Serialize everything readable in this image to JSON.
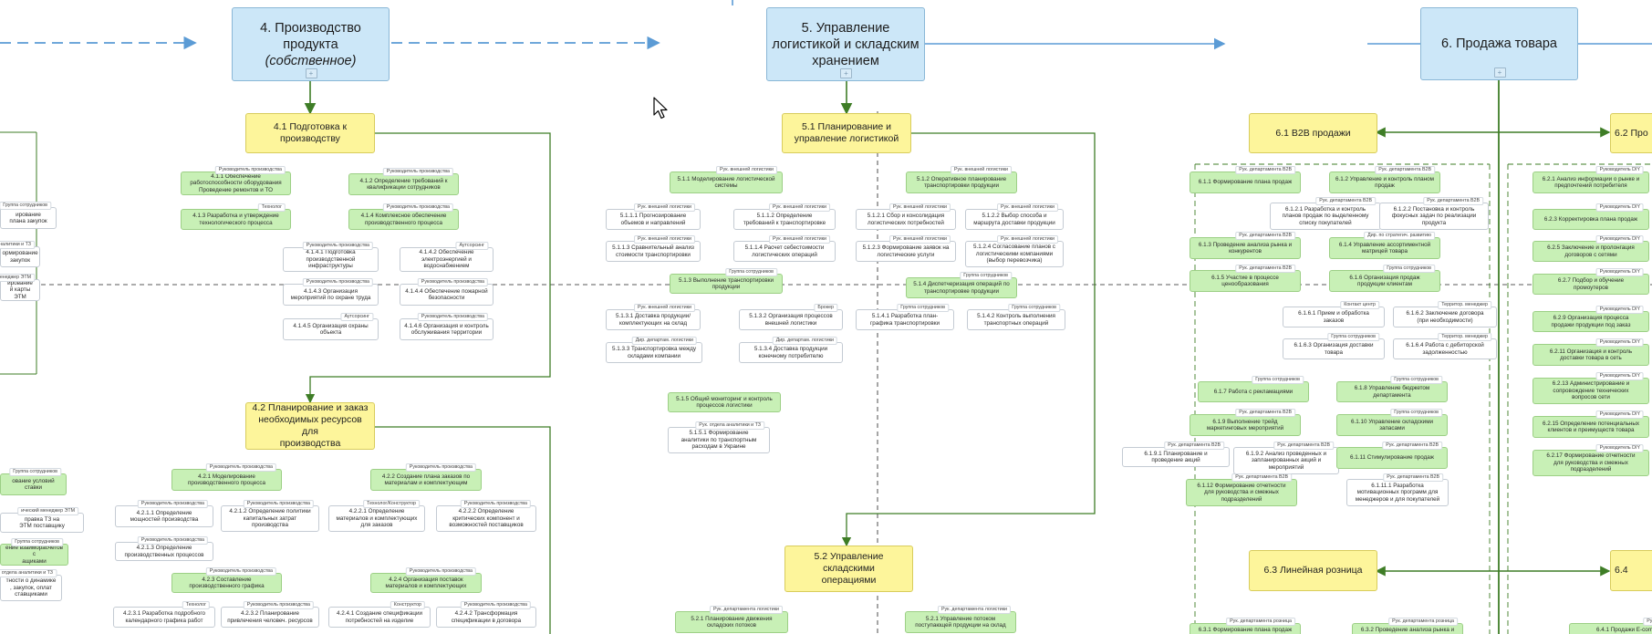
{
  "processes": [
    {
      "id": "p4",
      "title": "4. Производство\nпродукта",
      "subtitle": "(собственное)"
    },
    {
      "id": "p5",
      "title": "5. Управление\nлогистикой и складским\nхранением",
      "subtitle": ""
    },
    {
      "id": "p6",
      "title": "6. Продажа товара",
      "subtitle": ""
    }
  ],
  "expand_marker": "+",
  "subprocesses": {
    "s41": "4.1 Подготовка к\nпроизводству",
    "s42": "4.2 Планирование и заказ\nнеобходимых ресурсов для\nпроизводства",
    "s51": "5.1 Планирование и\nуправление логистикой",
    "s52": "5.2 Управление складскими\nоперациями",
    "s61": "6.1 B2B продажи",
    "s62": "6.2 Про",
    "s63": "6.3 Линейная розница",
    "s64": "6.4"
  },
  "tasks": [
    {
      "text": "4.1.1 Обеспечение\nработоспособности оборудования\nПроведение ремонтов и ТО",
      "role": "Руководитель производства"
    },
    {
      "text": "4.1.2 Определение требований к\nквалификации сотрудников",
      "role": "Руководитель производства"
    },
    {
      "text": "4.1.3 Разработка и утверждение\nтехнологического процесса",
      "role": "Технолог"
    },
    {
      "text": "4.1.4 Комплексное обеспечение\nпроизводственного процесса",
      "role": "Руководитель производства"
    },
    {
      "text": "4.1.4.1 Подготовка\nпроизводственной\nинфраструктуры",
      "role": "Руководитель производства"
    },
    {
      "text": "4.1.4.2 Обеспечение\nэлектроэнергией и\nводоснабжением",
      "role": "Аутсорсинг"
    },
    {
      "text": "4.1.4.3 Организация\nмероприятий по охране труда",
      "role": "Руководитель производства"
    },
    {
      "text": "4.1.4.4 Обеспечение пожарной\nбезопасности",
      "role": "Руководитель производства"
    },
    {
      "text": "4.1.4.5 Организация охраны\nобъекта",
      "role": "Аутсорсинг"
    },
    {
      "text": "4.1.4.6 Организация и контроль\nобслуживания территории",
      "role": "Руководитель производства"
    },
    {
      "text": "4.2.1 Моделирование\nпроизводственного процесса",
      "role": "Руководитель производства"
    },
    {
      "text": "4.2.2 Создание плана заказов по\nматериалам и комплектующим",
      "role": "Руководитель производства"
    },
    {
      "text": "4.2.1.1 Определение\nмощностей производства",
      "role": "Руководитель производства"
    },
    {
      "text": "4.2.1.2 Определение политики\nкапитальных затрат\nпроизводства",
      "role": "Руководитель производства"
    },
    {
      "text": "4.2.2.1 Определение\nматериалов и комплектующих\nдля заказов",
      "role": "Технолог/Конструктор"
    },
    {
      "text": "4.2.2.2 Определение\nкритических компонент и\nвозможностей поставщиков",
      "role": "Руководитель производства"
    },
    {
      "text": "4.2.1.3 Определение\nпроизводственных процессов",
      "role": "Руководитель производства"
    },
    {
      "text": "4.2.3 Составление\nпроизводственного графика",
      "role": "Руководитель производства"
    },
    {
      "text": "4.2.4 Организация поставок\nматериалов и комплектующих",
      "role": "Руководитель производства"
    },
    {
      "text": "4.2.3.1 Разработка подробного\nкалендарного графика работ",
      "role": "Технолог"
    },
    {
      "text": "4.2.3.2 Планирование\nпривлечения человеч. ресурсов",
      "role": "Руководитель производства"
    },
    {
      "text": "4.2.4.1 Создание спецификации\nпотребностей на изделие",
      "role": "Конструктор"
    },
    {
      "text": "4.2.4.2 Трансформация\nспецификации в договора",
      "role": "Руководитель производства"
    },
    {
      "text": "5.1.1 Моделирование логистической\nсистемы",
      "role": "Рук. внешней логистики"
    },
    {
      "text": "5.1.2 Оперативное планирование\nтранспортировки продукции",
      "role": "Рук. внешней логистики"
    },
    {
      "text": "5.1.1.1 Прогнозирование\nобъемов и направлений",
      "role": "Рук. внешней логистики"
    },
    {
      "text": "5.1.1.2 Определение\nтребований к транспортировке",
      "role": "Рук. внешней логистики"
    },
    {
      "text": "5.1.2.1 Сбор и консолидация\nлогистических потребностей",
      "role": "Рук. внешней логистики"
    },
    {
      "text": "5.1.2.2 Выбор способа и\nмаршрута доставки продукции",
      "role": "Рук. внешней логистики"
    },
    {
      "text": "5.1.1.3 Сравнительный анализ\nстоимости транспортировки",
      "role": "Рук. внешней логистики"
    },
    {
      "text": "5.1.1.4 Расчет себестоимости\nлогистических операций",
      "role": "Рук. внешней логистики"
    },
    {
      "text": "5.1.2.3 Формирование заявок на\nлогистические услуги",
      "role": "Рук. внешней логистики"
    },
    {
      "text": "5.1.2.4 Согласование планов с\nлогистическими компаниями\n(выбор перевозчика)",
      "role": "Рук. внешней логистики"
    },
    {
      "text": "5.1.3 Выполнение транспортировки\nпродукции",
      "role": "Группа сотрудников"
    },
    {
      "text": "5.1.4 Диспетчеризация операций по\nтранспортировке продукции",
      "role": "Группа сотрудников"
    },
    {
      "text": "5.1.3.1 Доставка продукции/\nкомплектующих на склад",
      "role": "Рук. внешней логистики"
    },
    {
      "text": "5.1.3.2 Организация процессов\nвнешней логистики",
      "role": "Брокер"
    },
    {
      "text": "5.1.4.1 Разработка план-\nграфика транспортировки",
      "role": "Группа сотрудников"
    },
    {
      "text": "5.1.4.2 Контроль выполнения\nтранспортных операций",
      "role": "Группа сотрудников"
    },
    {
      "text": "5.1.3.3 Транспортировка между\nскладами компании",
      "role": "Дир. департам. логистики"
    },
    {
      "text": "5.1.3.4 Доставка продукции\nконечному потребителю",
      "role": "Дир. департам. логистики"
    },
    {
      "text": "5.1.5 Общий мониторинг и контроль\nпроцессов логистики",
      "role": ""
    },
    {
      "text": "5.1.5.1 Формирование\nаналитики по транспортным\nрасходам в Украине",
      "role": "Рук. отдела аналитики и ТЗ"
    },
    {
      "text": "5.2.1 Планирование движения\nскладских потоков",
      "role": "Рук. департамента логистики"
    },
    {
      "text": "5.2.1 Управление потоком\nпоступающей продукции на склад",
      "role": "Рук. департамента логистики"
    },
    {
      "text": "6.1.1 Формирование плана продаж",
      "role": "Рук. департамента B2B"
    },
    {
      "text": "6.1.2 Управление и контроль планом\nпродаж",
      "role": "Рук. департамента B2B"
    },
    {
      "text": "6.1.2.1 Разработка и контроль\nпланов продаж по выделенному\nсписку покупателей",
      "role": "Рук. департамента B2B"
    },
    {
      "text": "6.1.2.2 Постановка и контроль\nфокусных задач по реализации\nпродукта",
      "role": "Рук. департамента B2B"
    },
    {
      "text": "6.1.3 Проведение анализа рынка и\nконкурентов",
      "role": "Рук. департамента B2B"
    },
    {
      "text": "6.1.4 Управление ассортиментной\nматрицей товара",
      "role": "Дир. по стратегич. развитию"
    },
    {
      "text": "6.1.5 Участие в процессе\nценообразования",
      "role": "Рук. департамента B2B"
    },
    {
      "text": "6.1.6 Организация продаж\nпродукции клиентам",
      "role": "Группа сотрудников"
    },
    {
      "text": "6.1.6.1 Прием и обработка\nзаказов",
      "role": "Контакт центр"
    },
    {
      "text": "6.1.6.2 Заключение договора\n(при необходимости)",
      "role": "Территор. менеджер"
    },
    {
      "text": "6.1.6.3 Организация доставки\nтовара",
      "role": "Группа сотрудников"
    },
    {
      "text": "6.1.6.4 Работа с дебиторской\nзадолженностью",
      "role": "Территор. менеджер"
    },
    {
      "text": "6.1.7 Работа с рекламациями",
      "role": "Группа сотрудников"
    },
    {
      "text": "6.1.8 Управление бюджетом\nдепартамента",
      "role": "Группа сотрудников"
    },
    {
      "text": "6.1.9 Выполнение трейд\nмаркетинговых мероприятий",
      "role": "Рук. департамента B2B"
    },
    {
      "text": "6.1.10 Управление складскими\nзапасами",
      "role": "Группа сотрудников"
    },
    {
      "text": "6.1.9.1 Планирование и\nпроведение акций",
      "role": "Рук. департамента B2B"
    },
    {
      "text": "6.1.9.2 Анализ проведенных и\nзапланированных акций и\nмероприятий",
      "role": "Рук. департамента B2B"
    },
    {
      "text": "6.1.11 Стимулирование продаж",
      "role": "Рук. департамента B2B"
    },
    {
      "text": "6.1.12 Формирование отчетности\nдля руководства и смежных\nподразделений",
      "role": "Рук. департамента B2B"
    },
    {
      "text": "6.1.11.1 Разработка\nмотивационных программ для\nменеджеров и для покупателей",
      "role": "Рук. департамента B2B"
    },
    {
      "text": "6.2.1 Анализ информации о рынке и\nпредпочтений потребителя",
      "role": "Руководитель DIY"
    },
    {
      "text": "6.2.3 Корректировка плана продаж",
      "role": "Руководитель DIY"
    },
    {
      "text": "6.2.5 Заключение и пролонгация\nдоговоров с сетями",
      "role": "Руководитель DIY"
    },
    {
      "text": "6.2.7 Подбор и обучение\nпромоутеров",
      "role": "Руководитель DIY"
    },
    {
      "text": "6.2.9 Организация процесса\nпродажи продукции под заказ",
      "role": "Руководитель DIY"
    },
    {
      "text": "6.2.11 Организация и контроль\nдоставки товара в сеть",
      "role": "Руководитель DIY"
    },
    {
      "text": "6.2.13 Администрирование и\nсопровождение технических\nвопросов сети",
      "role": "Руководитель DIY"
    },
    {
      "text": "6.2.15 Определение потенциальных\nклиентов и преимуществ товара",
      "role": "Руководитель DIY"
    },
    {
      "text": "6.2.17 Формирование отчетности\nдля руководства и смежных\nподразделений",
      "role": "Руководитель DIY"
    },
    {
      "text": "6.3.1 Формирование плана продаж",
      "role": "Рук. департамента розница"
    },
    {
      "text": "6.3.2 Проведение анализа рынка и",
      "role": "Рук. департамента розница"
    },
    {
      "text": "6.4.1 Продажи E-com",
      "role": "Рук. E-com"
    },
    {
      "text": "ирование\nплана закупок",
      "role": "Группа сотрудников"
    },
    {
      "text": "ормирование\nзакупок",
      "role": "аналитики и ТЗ"
    },
    {
      "text": "ирование\nй карты ЭТМ",
      "role": "т менеджер ЭТМ"
    },
    {
      "text": "ование условий\nставки",
      "role": "Группа сотрудников"
    },
    {
      "text": "правка ТЗ на\nЭТМ поставщику",
      "role": "ический менеджер ЭТМ"
    },
    {
      "text": "ение взаиморасчетов с\nащиками",
      "role": "Группа сотрудников"
    },
    {
      "text": "тности о динамике\n, закупок, оплат\nставщиками",
      "role": "к. отдела аналитики и ТЗ"
    }
  ]
}
